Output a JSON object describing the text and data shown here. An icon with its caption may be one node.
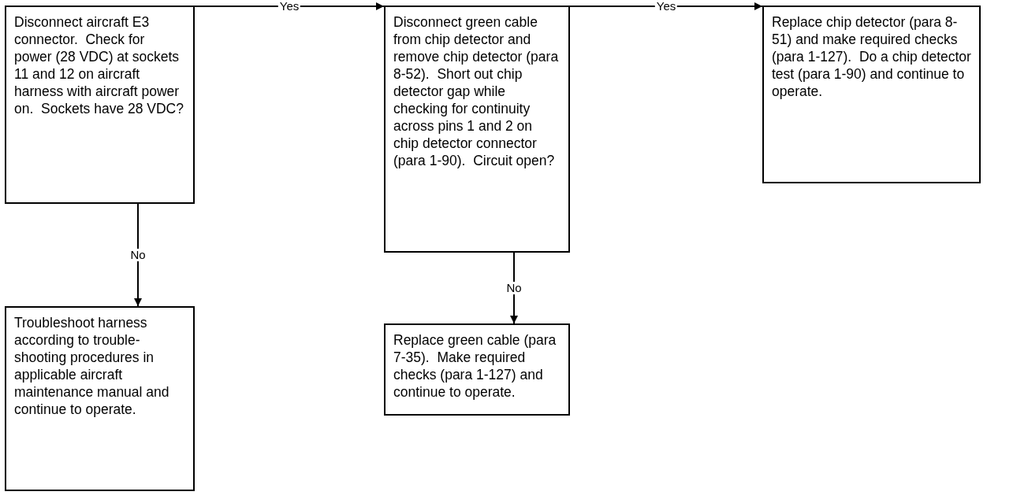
{
  "diagram": {
    "nodes": [
      {
        "text": [
          "Disconnect aircraft E3 connector.  Check for power (28 VDC) at sockets 11 and 12 on aircraft harness with aircraft power on.  Sockets have 28 VDC?"
        ]
      },
      {
        "text": [
          "Disconnect green cable from chip detector and remove chip detector (para 8-52).  Short out chip detector gap while checking for continuity across pins 1 and 2 on chip detector connector (para 1-90).  Circuit open?"
        ]
      },
      {
        "text": [
          "Replace chip detector (para 8-51) and make required checks (para 1-127).  Do a chip detector test (para 1-90) and continue to operate."
        ]
      },
      {
        "text": [
          "Troubleshoot harness according to trouble-shooting procedures in applicable aircraft maintenance manual and continue to operate."
        ]
      },
      {
        "text": [
          "Replace green cable (para 7-35).  Make required checks (para 1-127) and continue to operate."
        ]
      }
    ],
    "edges": [
      {
        "from": 0,
        "to": 1,
        "arrow": "to",
        "label": "Yes"
      },
      {
        "from": 1,
        "to": 2,
        "arrow": "to",
        "label": "Yes"
      },
      {
        "from": 0,
        "to": 3,
        "arrow": "to",
        "label": "No"
      },
      {
        "from": 1,
        "to": 4,
        "arrow": "to",
        "label": "No"
      }
    ]
  }
}
